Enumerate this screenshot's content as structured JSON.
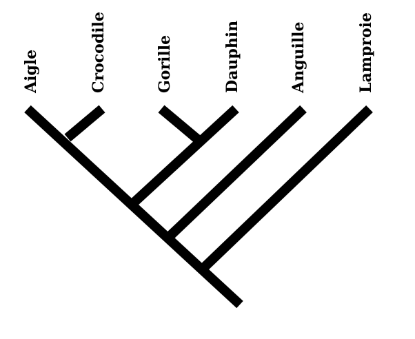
{
  "taxa": [
    "Aigle",
    "Crocodile",
    "Gorille",
    "Dauphin",
    "Anguille",
    "Lamproie"
  ],
  "colors": {
    "branch": "#000000",
    "background": "#ffffff"
  }
}
